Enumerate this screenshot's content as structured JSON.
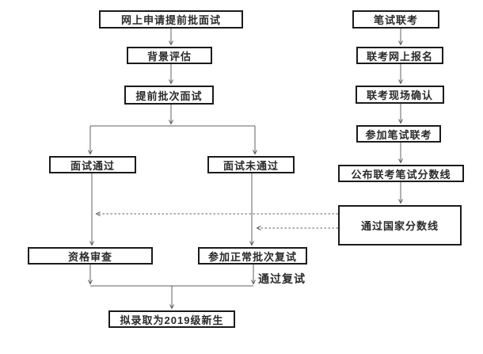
{
  "flowchart": {
    "background_color": "#ffffff",
    "box_border_color": "#1b1b1b",
    "connector_color": "#606060",
    "text_color": "#2a2a2a",
    "left_column_nodes": {
      "apply_online": "网上申请提前批面试",
      "background_eval": "背景评估",
      "early_interview": "提前批次面试",
      "interview_passed": "面试通过",
      "interview_failed": "面试未通过",
      "qualification_review": "资格审查",
      "normal_retest": "参加正常批次复试",
      "admitted": "拟录取为2019级新生"
    },
    "right_column_nodes": {
      "written_exam": "笔试联考",
      "exam_register": "联考网上报名",
      "exam_confirm": "联考现场确认",
      "take_exam": "参加笔试联考",
      "score_line": "公布联考笔试分数线",
      "national_line": "通过国家分数线"
    },
    "edge_labels": {
      "pass_retest": "通过复试"
    }
  }
}
